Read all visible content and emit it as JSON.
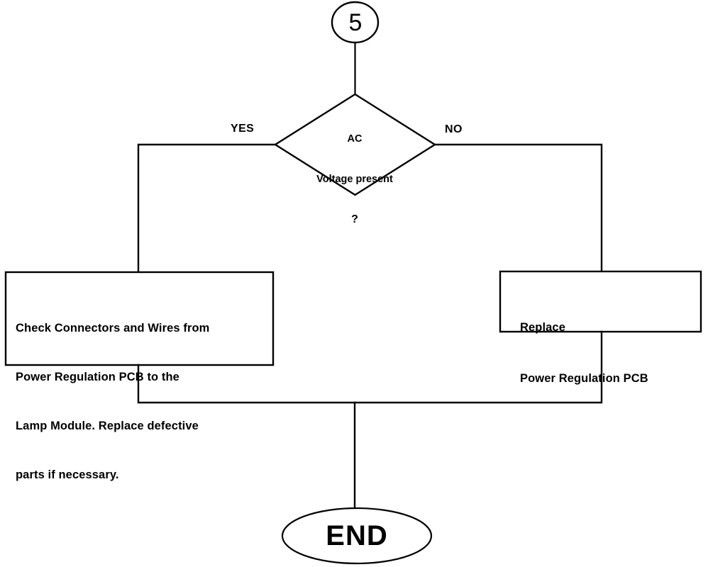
{
  "diagram": {
    "title": "AC Voltage Troubleshooting Flowchart",
    "stroke_color": "#000000",
    "background_color": "#ffffff",
    "fill_color": "#ffffff",
    "nodes": {
      "connector_in": {
        "shape": "circle",
        "label": "5"
      },
      "decision": {
        "shape": "diamond",
        "line1": "AC",
        "line2": "Voltage present",
        "line3": "?"
      },
      "process_left": {
        "shape": "rectangle",
        "line1": "Check Connectors and Wires from",
        "line2": "Power Regulation PCB to the",
        "line3": "Lamp Module. Replace defective",
        "line4": "parts if necessary."
      },
      "process_right": {
        "shape": "rectangle",
        "line1": "Replace",
        "line2": "Power Regulation PCB"
      },
      "terminator_end": {
        "shape": "ellipse",
        "label": "END"
      }
    },
    "edges": {
      "yes_label": "YES",
      "no_label": "NO"
    }
  }
}
